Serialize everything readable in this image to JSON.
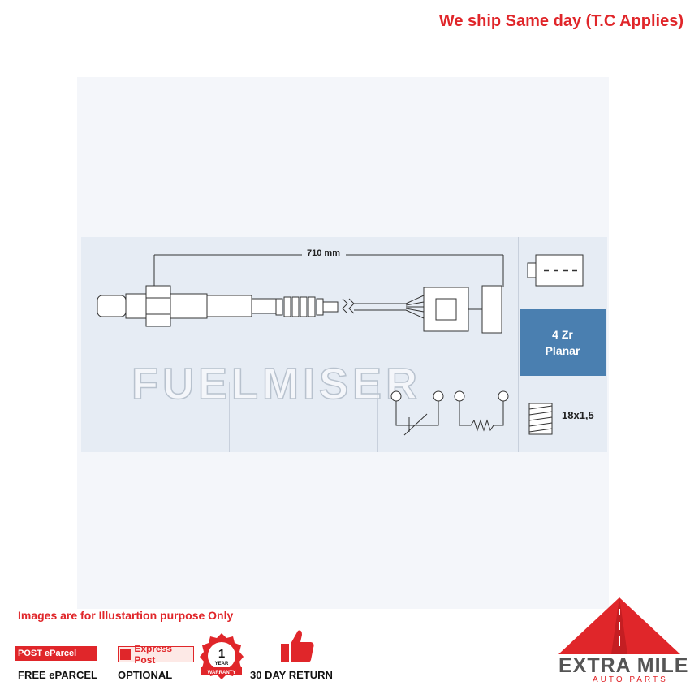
{
  "header": {
    "ship_notice": "We ship Same day (T.C Applies)"
  },
  "diagram": {
    "length_label": "710 mm",
    "sensor_type_line1": "4 Zr",
    "sensor_type_line2": "Planar",
    "thread_label": "18x1,5",
    "watermark_text": "FUELMISER",
    "accent_color": "#4a7fb0"
  },
  "footer": {
    "disclaimer": "Images are for Illustartion purpose Only",
    "auspost_logo": "POST eParcel",
    "express_logo": "Express Post",
    "warranty_number": "1",
    "warranty_unit": "YEAR",
    "warranty_ribbon": "WARRANTY",
    "free_caption": "FREE ePARCEL",
    "optional_caption": "OPTIONAL",
    "return_caption": "30 DAY RETURN",
    "brand_title": "EXTRA MILE",
    "brand_subtitle": "AUTO PARTS",
    "brand_color": "#e0262a"
  }
}
